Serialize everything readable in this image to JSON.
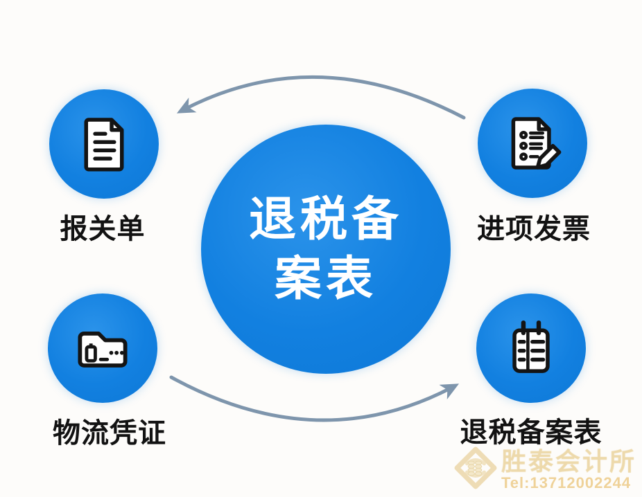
{
  "diagram": {
    "type": "hub-and-spoke-cycle",
    "background_color": "#fdfcfa",
    "node_color": "#1280e0",
    "arrow_color": "#7e95ac",
    "label_color": "#121212",
    "center_text_color": "#ffffff",
    "center": {
      "line1": "退税备",
      "line2": "案表",
      "full_title": "退税备案表"
    },
    "nodes": [
      {
        "id": "customs-declaration",
        "label": "报关单",
        "icon": "document-icon",
        "position": "top-left"
      },
      {
        "id": "input-invoice",
        "label": "进项发票",
        "icon": "invoice-pencil-icon",
        "position": "top-right"
      },
      {
        "id": "logistics-voucher",
        "label": "物流凭证",
        "icon": "wallet-icon",
        "position": "bottom-left"
      },
      {
        "id": "tax-refund-form",
        "label": "退税备案表",
        "icon": "ledger-icon",
        "position": "bottom-right"
      }
    ],
    "arrows": [
      {
        "id": "top-arrow",
        "from": "input-invoice",
        "to": "customs-declaration",
        "direction": "right-to-left"
      },
      {
        "id": "bottom-arrow",
        "from": "logistics-voucher",
        "to": "tax-refund-form",
        "direction": "left-to-right"
      }
    ]
  },
  "watermark": {
    "company": "胜泰会计所",
    "phone": "Tel:13712002244",
    "gold_color": "#e3c37e"
  }
}
